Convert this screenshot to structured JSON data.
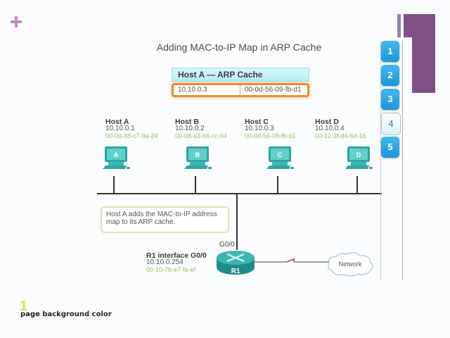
{
  "diagram": {
    "title": "Adding MAC-to-IP Map in ARP Cache",
    "arp_cache": {
      "header": "Host A — ARP Cache",
      "entries": [
        {
          "ip": "10.10.0.3",
          "mac": "00-0d-56-09-fb-d1"
        }
      ]
    },
    "hosts": [
      {
        "name": "Host A",
        "ip": "10.10.0.1",
        "mac": "00-0d-88-c7-9a-24",
        "label": "A"
      },
      {
        "name": "Host B",
        "ip": "10.10.0.2",
        "mac": "00-08-a3-b6-cc-04",
        "label": "B"
      },
      {
        "name": "Host C",
        "ip": "10.10.0.3",
        "mac": "00-0d-56-09-fb-d1",
        "label": "C"
      },
      {
        "name": "Host D",
        "ip": "10.10.0.4",
        "mac": "00-12-3f-d4-6d-1b",
        "label": "D"
      }
    ],
    "note": "Host A adds the MAC-to-IP address map to its ARP cache.",
    "router": {
      "interface_title": "R1 interface G0/0",
      "ip": "10.10.0.254",
      "mac": "00-10-7b-e7-fa-ef",
      "port_label": "G0/0",
      "label": "R1"
    },
    "network_label": "Network"
  },
  "stepper": {
    "steps": [
      "1",
      "2",
      "3",
      "4",
      "5"
    ],
    "active": "4"
  },
  "footer": {
    "number": "1",
    "label": "page background color"
  },
  "colors": {
    "accent_orange": "#f08a2a",
    "step_blue": "#1c96d8",
    "mac_green": "#96c46a",
    "deco_purple": "#825087",
    "pc_teal": "#3fb8b5"
  }
}
